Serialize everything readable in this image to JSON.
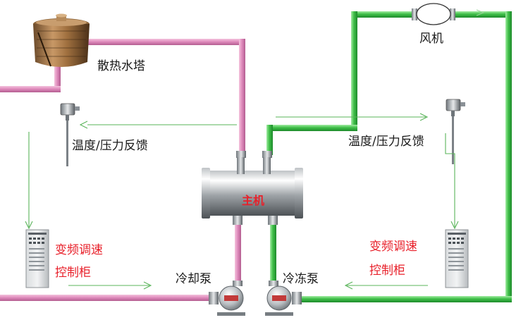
{
  "labels": {
    "cooling_tower": "散热水塔",
    "fan": "风机",
    "sensor_left": "温度/压力反馈",
    "sensor_right": "温度/压力反馈",
    "main_unit": "主机",
    "vfd_left_line1": "变频调速",
    "vfd_left_line2": "控制柜",
    "vfd_right_line1": "变频调速",
    "vfd_right_line2": "控制柜",
    "cooling_pump": "冷却泵",
    "chilled_pump": "冷冻泵"
  },
  "colors": {
    "pink_pipe": "#d97fb3",
    "pink_pipe_light": "#f0b6d6",
    "green_pipe": "#3cb84a",
    "green_pipe_light": "#8de08f",
    "signal_line": "#5ab45a",
    "red_text": "#e8202a"
  }
}
